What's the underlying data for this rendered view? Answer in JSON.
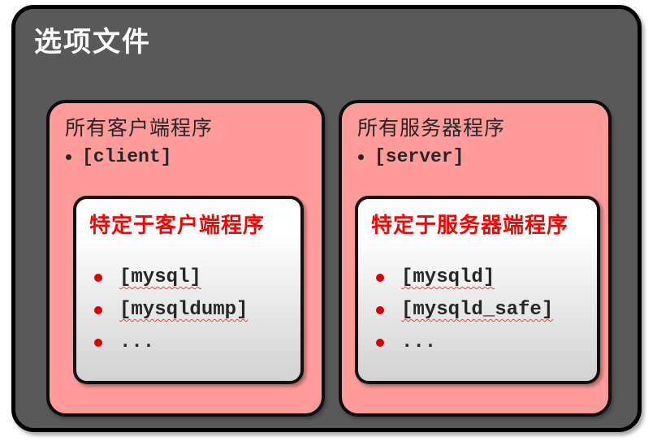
{
  "page": {
    "title": "选项文件"
  },
  "colors": {
    "outer_background": "#595959",
    "panel_background": "#ff9b9b",
    "inner_box_gradient_top": "#ffffff",
    "inner_box_gradient_bottom": "#d2d2d2",
    "border_black": "#000000",
    "title_white": "#ffffff",
    "text_dark": "#262626",
    "inner_title_red": "#fe0000",
    "bullet_red": "#dd0000",
    "squiggle_red": "#ff3b30"
  },
  "panels": [
    {
      "header": "所有客户端程序",
      "header_bullet": "[client]",
      "inner": {
        "title": "特定于客户端程序",
        "items": [
          "[mysql]",
          "[mysqldump]",
          "..."
        ]
      }
    },
    {
      "header": "所有服务器程序",
      "header_bullet": "[server]",
      "inner": {
        "title": "特定于服务器端程序",
        "items": [
          "[mysqld]",
          "[mysqld_safe]",
          "..."
        ]
      }
    }
  ]
}
